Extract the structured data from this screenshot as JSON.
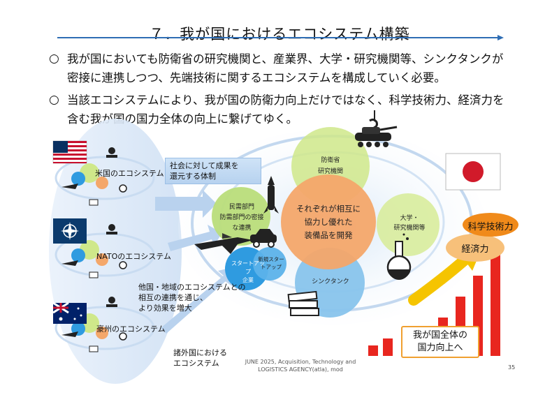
{
  "slide": {
    "title": "７．我が国におけるエコシステム構築",
    "bullet_mark": "○",
    "bullets": [
      "我が国においても防衛省の研究機関と、産業界、大学・研究機関等、シンクタンクが密接に連携しつつ、先端技術に関するエコシステムを構成していく必要。",
      "当該エコシステムにより、我が国の防衛力向上だけではなく、科学技術力、経済力を含む我が国の国力全体の向上に繋げてゆく。"
    ]
  },
  "diagram": {
    "center_label": "それぞれが相互に\n協力し優れた\n装備品を開発",
    "nodes": {
      "mod": "防衛省\n研究機関",
      "civil": "民需部門\n防需部門の密接\nな連携",
      "university": "大学・\n研究機関等",
      "startup": "スタートアップ\n企業",
      "new_startup": "新規スター\nトアップ",
      "thinktank": "シンクタンク"
    },
    "ecosystems": [
      "米国のエコシステム",
      "NATOのエコシステム",
      "豪州のエコシステム"
    ],
    "social_return_box": "社会に対して成果を\n還元する体制",
    "cooperation_text": "他国・地域のエコシステムとの\n相互の連携を通じ、\nより効果を増大",
    "foreign_eco_text": "諸外国における\nエコシステム",
    "science_label": "科学技術力",
    "economy_label": "経済力",
    "national_power_label": "我が国全体の\n国力向上へ"
  },
  "footer": {
    "credit": "JUNE 2025, Acquisition, Technology and\nLOGISTICS AGENCY(atla), mod",
    "page_number": "35"
  },
  "colors": {
    "title_rule": "#2e6db4",
    "center_orange": "#f4a76a",
    "node_green": "#cfe88a",
    "startup_blue": "#2f9be0",
    "thinktank_blue": "#88c4ec",
    "arrow_yellow": "#f5c400",
    "bar_red": "#e8261f",
    "economy_orange": "#f7c07a",
    "science_orange": "#f08a1a"
  }
}
